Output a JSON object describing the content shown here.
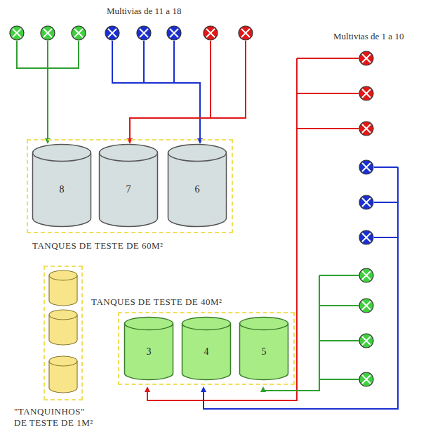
{
  "diagram": {
    "nodes": [
      {
        "text": [
          "TANQUES DE TESTE DE 60M²"
        ]
      },
      {
        "text": [
          "8"
        ],
        "in": 0
      },
      {
        "text": [
          "7"
        ],
        "in": 0
      },
      {
        "text": [
          "6"
        ],
        "in": 0
      },
      {
        "text": [
          "\"TANQUINHOS\" DE TESTE DE 1M²"
        ]
      },
      {
        "text": [
          "TANQUES DE TESTE DE 40M²"
        ]
      },
      {
        "text": [
          "3"
        ],
        "in": 5
      },
      {
        "text": [
          "4"
        ],
        "in": 5
      },
      {
        "text": [
          "5"
        ],
        "in": 5
      }
    ],
    "labels": [
      "Multivias de 11 a 18",
      "Multivias de 1 a 10"
    ]
  }
}
